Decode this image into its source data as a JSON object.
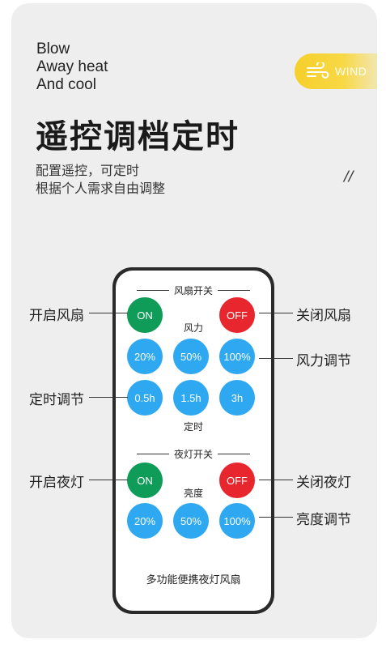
{
  "slogan": [
    "Blow",
    "Away heat",
    "And cool"
  ],
  "badge": {
    "label": "WIND",
    "icon": "wind-icon"
  },
  "headline": "遥控调档定时",
  "description": [
    "配置遥控，可定时",
    "根据个人需求自由调整"
  ],
  "decoration": "//",
  "remote": {
    "fan_section_title": "风扇开关",
    "fan_on": "ON",
    "fan_off": "OFF",
    "wind_label": "风力",
    "wind_levels": [
      "20%",
      "50%",
      "100%"
    ],
    "timer_levels": [
      "0.5h",
      "1.5h",
      "3h"
    ],
    "timer_label": "定时",
    "light_section_title": "夜灯开关",
    "light_on": "ON",
    "light_off": "OFF",
    "brightness_label": "亮度",
    "brightness_levels": [
      "20%",
      "50%",
      "100%"
    ],
    "footer": "多功能便携夜灯风扇"
  },
  "callouts": {
    "fan_on": "开启风扇",
    "fan_off": "关闭风扇",
    "wind_adjust": "风力调节",
    "timer_adjust": "定时调节",
    "light_on": "开启夜灯",
    "light_off": "关闭夜灯",
    "brightness_adjust": "亮度调节"
  },
  "colors": {
    "blue": "#2ea8f0",
    "green": "#0f9b58",
    "red": "#e8262d",
    "badge_yellow": "#f6cf2a",
    "remote_body": "#2a2a2a"
  }
}
